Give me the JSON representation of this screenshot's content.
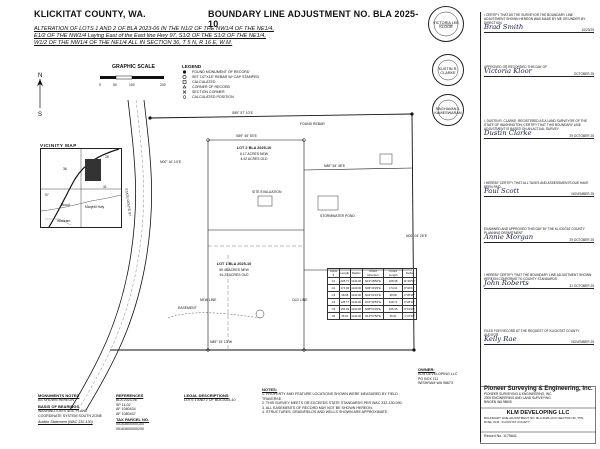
{
  "header": {
    "county": "KLICKITAT COUNTY, WA.",
    "bla_title": "BOUNDARY LINE ADJUSTMENT NO. BLA 2025-10",
    "subtitle_lines": [
      "ALTERATION OF LOTS 1 AND 2 OF BLA 2023-06 IN THE N1/2 OF THE NW1/4 OF THE NE1/4,",
      "E1/2 OF THE NW1/4 Laying East of the East line Hwy 97, S1/2 OF THE S1/2 OF THE NE1/4,",
      "W1/2 OF THE NW1/4 OF THE NE1/4 ALL IN SECTION 36, T 5 N, R 16 E, W.M."
    ],
    "seals": [
      "VICTORIA LEE KLOOR",
      "KUSTIN R. CLARKE",
      "RAGHAVAN J. KAMESWARAN"
    ]
  },
  "scale": {
    "title": "GRAPHIC SCALE",
    "ticks": [
      "0",
      "50",
      "100",
      "200"
    ]
  },
  "legend": {
    "title": "LEGEND",
    "items": [
      "FOUND MONUMENT OF RECORD",
      "SET 1/2\"X18\" REBAR W/ CAP STAMPED",
      "CALCULATED",
      "CORNER OF RECORD",
      "SECTION CORNER",
      "CALCULATED POSITION"
    ]
  },
  "vicinity": {
    "title": "VICINITY MAP",
    "labels": [
      "36",
      "25",
      "31",
      "Wood",
      "Maryhill Hwy",
      "97",
      "Wishram"
    ]
  },
  "plat": {
    "lot2": {
      "name": "LOT 2 BLA 2025-10",
      "area": "6.17 ACRES NEW",
      "old": "4.42 ACRES OLD"
    },
    "lot1": {
      "name": "LOT 1 BLA 2025-10",
      "area": "59.48 ACRES NEW",
      "old": "61.23 ACRES OLD"
    },
    "road": "STATE ROUTE 97",
    "labels": [
      "S89° 57' 10\"E",
      "N00° 16' 14\"E",
      "S89° 45' 53\"E",
      "N89° 54' 38\"E",
      "FOUND REBAR",
      "SITE EVALUATION",
      "N00° 04' 25\"E",
      "N89° 19' 13\"W",
      "NEW LINE",
      "OLD LINE",
      "EASEMENT",
      "STORMWATER POND"
    ]
  },
  "curve_table": {
    "headers": [
      "Curve #",
      "Length",
      "Radius",
      "Chord Direction",
      "Chord Length",
      "Delta"
    ],
    "rows": [
      [
        "C1",
        "228.77",
        "1140.00",
        "N19°48'56\"E",
        "228.38",
        "11°29'55\""
      ],
      [
        "C2",
        "174.48",
        "1140.00",
        "N09°40'29\"E",
        "174.31",
        "8°46'07\""
      ],
      [
        "C3",
        "48.68",
        "1140.00",
        "N04°02'19\"E",
        "48.68",
        "2°26'48\""
      ],
      [
        "C4",
        "128.77",
        "1140.00",
        "N01°39'53\"E",
        "128.71",
        "6°28'19\""
      ],
      [
        "C5",
        "165.49",
        "1140.00",
        "N08°53'20\"E",
        "165.35",
        "8°19'03\""
      ],
      [
        "C6",
        "35.61",
        "1140.00",
        "N13°57'56\"E",
        "35.61",
        "1°47'23\""
      ]
    ]
  },
  "bottom": {
    "monuments": {
      "heading": "MONUMENTS NOTED",
      "lines": [
        "AS SHOWN HEREON"
      ]
    },
    "basis": {
      "heading": "BASIS OF BEARINGS",
      "lines": [
        "WASHINGTON STATE PLANE",
        "COORDINATE SYSTEM SOUTH ZONE"
      ]
    },
    "references": {
      "heading": "REFERENCES",
      "lines": [
        "BLA 2023-06",
        "SP 11-02",
        "AF 1080434",
        "AF 1080437"
      ]
    },
    "tax": {
      "heading": "TAX PARCEL NO.",
      "lines": [
        "05163600000100",
        "05163600000200"
      ]
    },
    "legal": {
      "heading": "LEGAL DESCRIPTIONS",
      "lines": [
        "LOTS 1 AND 2 OF BLA 2025-10"
      ]
    },
    "notes": {
      "heading": "NOTES:",
      "lines": [
        "1. PROPERTY AND FEATURE LOCATIONS SHOWN WERE MEASURED BY FIELD TRAVERSE.",
        "2. THIS SURVEY MEETS OR EXCEEDS STATE STANDARDS PER WAC 332-130-090.",
        "3. ALL EASEMENTS OF RECORD MAY NOT BE SHOWN HEREON.",
        "4. STRUCTURES, DRAINFIELDS AND WELLS SHOWN ARE APPROXIMATE."
      ]
    },
    "auditor_note": "Auditor Statement (WAC 332-130)",
    "owner": {
      "heading": "OWNER:",
      "lines": [
        "KLM DEVELOPING LLC",
        "PO BOX 111",
        "WISHRAM WA 98673"
      ]
    }
  },
  "certificates": [
    {
      "text": "I CERTIFY THAT AS THE SURVEYOR THE BOUNDARY LINE ADJUSTMENT SHOWN HEREON WAS MADE BY ME OR UNDER MY DIRECTION.",
      "sig": "Brad Smith",
      "date": "10/23/25"
    },
    {
      "text": "APPROVED OR RECORDED THIS DAY OF",
      "sig": "Victoria Kloor",
      "date": "OCTOBER 25"
    },
    {
      "text": "I, DUSTIN R. CLARKE, REGISTERED AS A LAND SURVEYOR OF THE STATE OF WASHINGTON, CERTIFY THAT THIS BOUNDARY LINE ADJUSTMENT IS BASED ON AN ACTUAL SURVEY.",
      "sig": "Dustin Clarke",
      "date": "29 OCTOBER 25"
    },
    {
      "text": "I HEREBY CERTIFY THAT ALL TAXES AND ASSESSMENTS DUE HAVE BEEN PAID.",
      "sig": "Paul Scott",
      "date": "NOVEMBER 25"
    },
    {
      "text": "EXAMINED AND APPROVED THIS DAY BY THE KLICKITAT COUNTY PLANNING DEPARTMENT.",
      "sig": "Annie Morgan",
      "date": "29 OCTOBER 25"
    },
    {
      "text": "I HEREBY CERTIFY THAT THE BOUNDARY LINE ADJUSTMENT SHOWN HEREON CONFORMS TO COUNTY STANDARDS.",
      "sig": "John Roberts",
      "date": "31 OCTOBER 25"
    },
    {
      "text": "FILED FOR RECORD AT THE REQUEST OF KLICKITAT COUNTY AUDITOR.",
      "sig": "Kelly Rae",
      "date": "NOVEMBER 25"
    }
  ],
  "footer": {
    "company": "Pioneer Surveying & Engineering, Inc.",
    "contact": [
      "PIONEER SURVEYING & ENGINEERING, INC.",
      "2000 ENGINEERING AND LAND SURVEYING",
      "BINGEN WA 98605"
    ],
    "developer": "KLM DEVELOPING LLC",
    "desc": "BOUNDARY LINE ADJUSTMENT NO. BLA 2025-10 IN SECTION 36, T5N, R16E, W.M., KLICKITAT COUNTY",
    "record": "Record No. 1175841"
  }
}
